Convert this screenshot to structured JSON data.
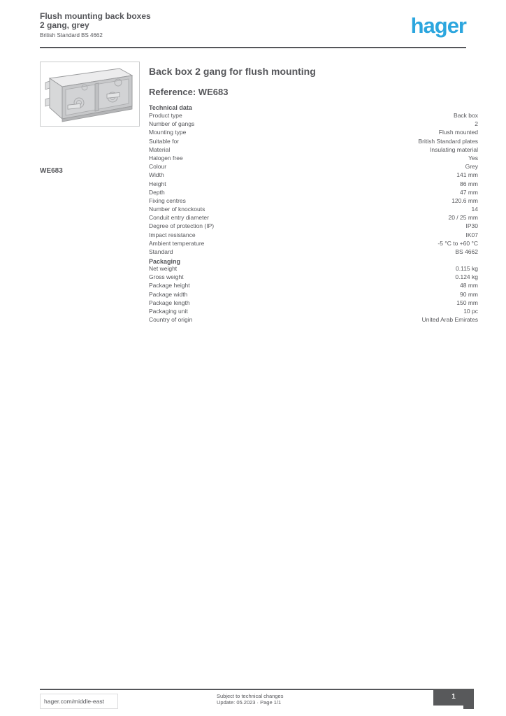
{
  "header": {
    "title_line1": "Flush mounting back boxes",
    "title_line2": "2 gang, grey",
    "subtitle": "British Standard BS 4662",
    "logo_text": "hager"
  },
  "colors": {
    "brand_blue": "#2ca6de",
    "text_gray": "#55565a",
    "footer_box_gray": "#58595b"
  },
  "product": {
    "reference": "WE683",
    "title": "Back box 2 gang for flush mounting",
    "reference_line": "Reference: WE683"
  },
  "spec": {
    "heading1": "Technical data",
    "rows1": [
      {
        "label": "Product type",
        "value": "Back box"
      },
      {
        "label": "Number of gangs",
        "value": "2"
      },
      {
        "label": "Mounting type",
        "value": "Flush mounted"
      },
      {
        "label": "Suitable for",
        "value": "British Standard plates"
      },
      {
        "label": "Material",
        "value": "Insulating material"
      },
      {
        "label": "Halogen free",
        "value": "Yes"
      },
      {
        "label": "Colour",
        "value": "Grey"
      },
      {
        "label": "Width",
        "value": "141 mm"
      },
      {
        "label": "Height",
        "value": "86 mm"
      },
      {
        "label": "Depth",
        "value": "47 mm"
      },
      {
        "label": "Fixing centres",
        "value": "120.6 mm"
      },
      {
        "label": "Number of knockouts",
        "value": "14"
      },
      {
        "label": "Conduit entry diameter",
        "value": "20 / 25 mm"
      },
      {
        "label": "Degree of protection (IP)",
        "value": "IP30"
      },
      {
        "label": "Impact resistance",
        "value": "IK07"
      },
      {
        "label": "Ambient temperature",
        "value": "-5 °C to +60 °C"
      },
      {
        "label": "Standard",
        "value": "BS 4662"
      }
    ],
    "heading2": "Packaging",
    "rows2": [
      {
        "label": "Net weight",
        "value": "0.115 kg"
      },
      {
        "label": "Gross weight",
        "value": "0.124 kg"
      },
      {
        "label": "Package height",
        "value": "48 mm"
      },
      {
        "label": "Package width",
        "value": "90 mm"
      },
      {
        "label": "Package length",
        "value": "150 mm"
      },
      {
        "label": "Packaging unit",
        "value": "10 pc"
      },
      {
        "label": "Country of origin",
        "value": "United Arab Emirates"
      }
    ]
  },
  "footer": {
    "website": "hager.com/middle-east",
    "note_line1": "Subject to technical changes",
    "note_line2": "Update: 05.2023 · Page 1/1",
    "page_number": "1"
  }
}
